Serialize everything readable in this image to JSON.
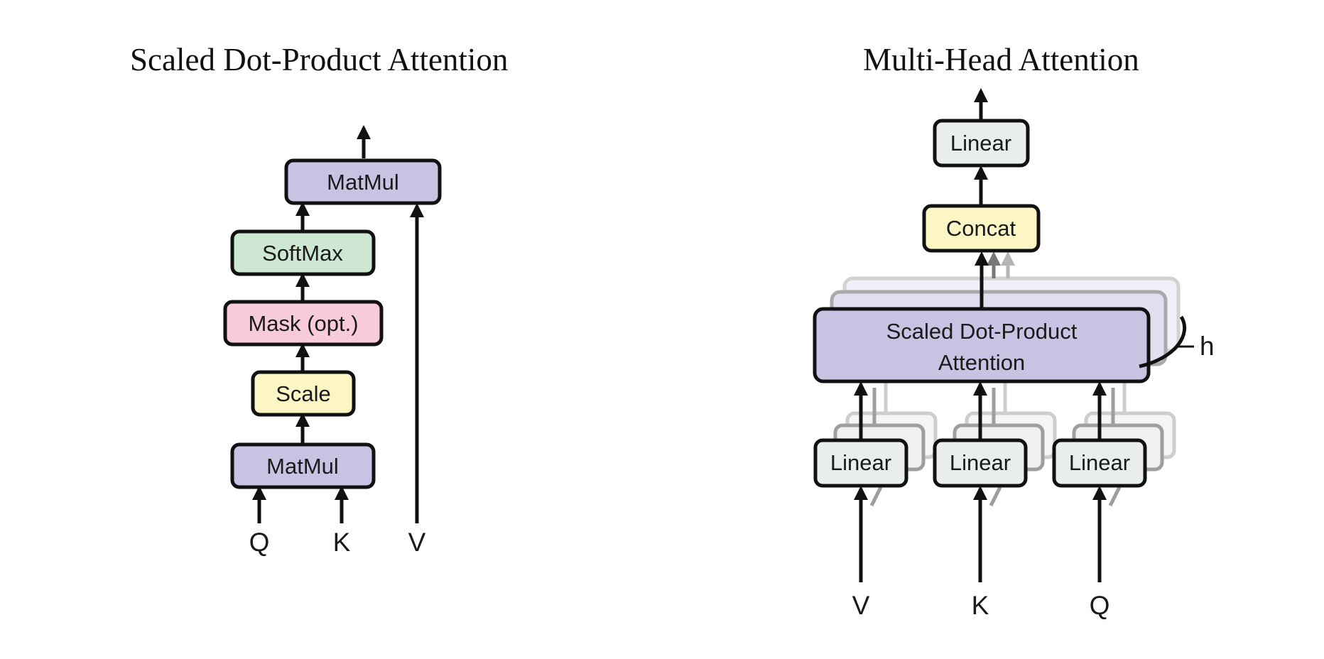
{
  "colors": {
    "matmul": "#c9c3e3",
    "softmax": "#cde7d3",
    "mask": "#f7cbdc",
    "scale": "#fbf6c4",
    "linear": "#e9edec",
    "concat": "#fbf6c4",
    "attention": "#c9c3e3",
    "stroke": "#111111"
  },
  "sdpa": {
    "title": "Scaled Dot-Product Attention",
    "matmul_top": "MatMul",
    "softmax": "SoftMax",
    "mask": "Mask (opt.)",
    "scale": "Scale",
    "matmul_bottom": "MatMul",
    "inputs": {
      "q": "Q",
      "k": "K",
      "v": "V"
    }
  },
  "mha": {
    "title": "Multi-Head Attention",
    "linear_top": "Linear",
    "concat": "Concat",
    "attention_line1": "Scaled Dot-Product",
    "attention_line2": "Attention",
    "heads_label": "h",
    "linears": [
      "Linear",
      "Linear",
      "Linear"
    ],
    "inputs": {
      "v": "V",
      "k": "K",
      "q": "Q"
    }
  }
}
